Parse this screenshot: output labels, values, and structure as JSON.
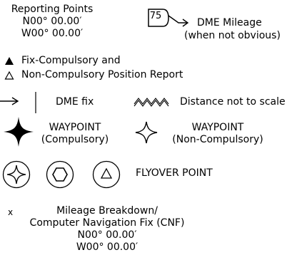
{
  "reporting_points": {
    "title": "Reporting Points",
    "latitude": "N00° 00.00′",
    "longitude": "W00° 00.00′"
  },
  "dme_mileage": {
    "box_value": "75",
    "label": "DME Mileage",
    "note": "(when not obvious)"
  },
  "fix_compulsory_label": "Fix-Compulsory and",
  "non_compulsory_label": "Non-Compulsory Position Report",
  "dme_fix_label": "DME fix",
  "distance_not_to_scale_label": "Distance not to scale",
  "waypoint_compulsory": {
    "title": "WAYPOINT",
    "subtitle": "(Compulsory)"
  },
  "waypoint_non_compulsory": {
    "title": "WAYPOINT",
    "subtitle": "(Non-Compulsory)"
  },
  "flyover_point_label": "FLYOVER POINT",
  "mileage_breakdown": {
    "marker": "x",
    "line1": "Mileage Breakdown/",
    "line2": "Computer Navigation Fix (CNF)",
    "latitude": "N00° 00.00′",
    "longitude": "W00° 00.00′"
  }
}
